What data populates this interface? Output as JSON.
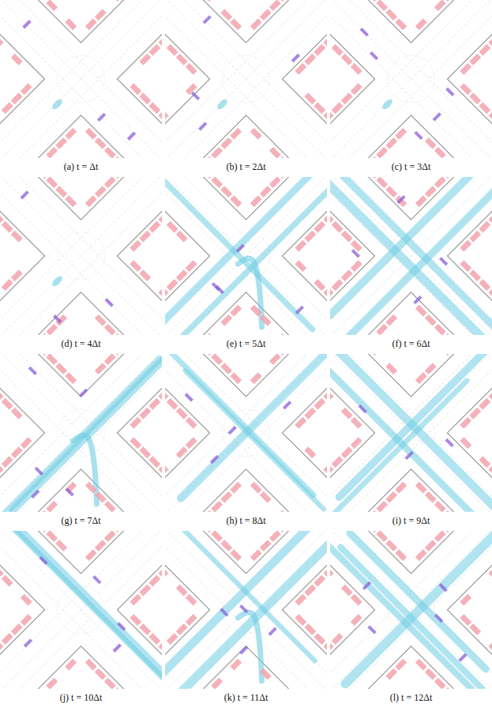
{
  "diagram": {
    "labels": [
      "(a) t = Δt",
      "(b) t = 2Δt",
      "(c) t = 3Δt",
      "(d) t = 4Δt",
      "(e) t = 5Δt",
      "(f) t = 6Δt",
      "(g) t = 7Δt",
      "(h) t = 8Δt",
      "(i) t = 9Δt",
      "(j) t = 10Δt",
      "(k) t = 11Δt",
      "(l) t = 12Δt"
    ]
  }
}
